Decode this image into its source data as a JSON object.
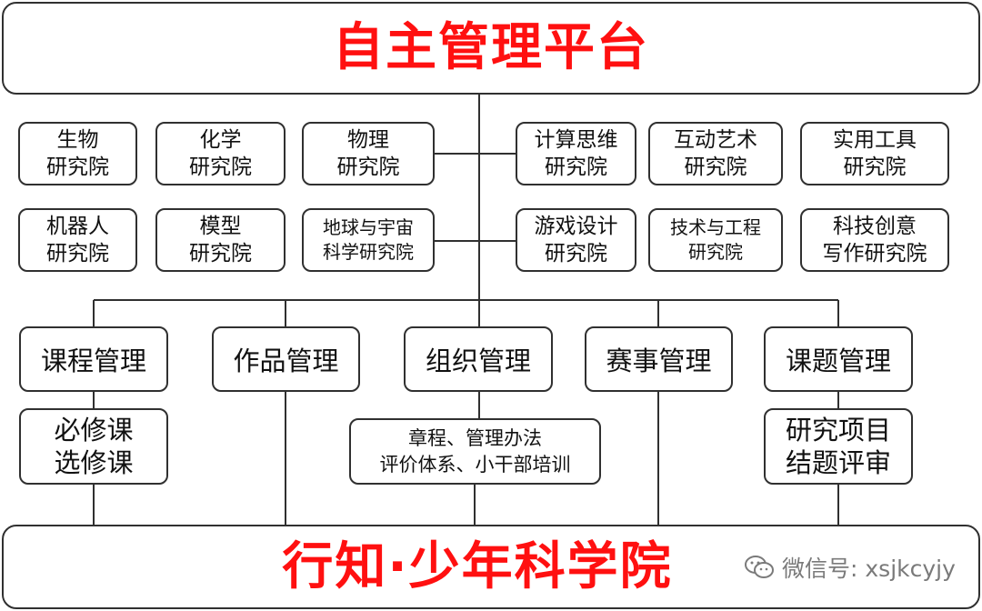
{
  "colors": {
    "title": "#ff1010",
    "border": "#303030",
    "line": "#303030",
    "watermark": "#7a7a7a"
  },
  "top": {
    "title": "自主管理平台"
  },
  "bottom": {
    "title": "行知·少年科学院"
  },
  "institutes": [
    {
      "line1": "生物",
      "line2": "研究院"
    },
    {
      "line1": "化学",
      "line2": "研究院"
    },
    {
      "line1": "物理",
      "line2": "研究院"
    },
    {
      "line1": "计算思维",
      "line2": "研究院"
    },
    {
      "line1": "互动艺术",
      "line2": "研究院"
    },
    {
      "line1": "实用工具",
      "line2": "研究院"
    },
    {
      "line1": "机器人",
      "line2": "研究院"
    },
    {
      "line1": "模型",
      "line2": "研究院"
    },
    {
      "line1": "地球与宇宙",
      "line2": "科学研究院"
    },
    {
      "line1": "游戏设计",
      "line2": "研究院"
    },
    {
      "line1": "技术与工程",
      "line2": "研究院"
    },
    {
      "line1": "科技创意",
      "line2": "写作研究院"
    }
  ],
  "management": [
    "课程管理",
    "作品管理",
    "组织管理",
    "赛事管理",
    "课题管理"
  ],
  "details": {
    "course": {
      "line1": "必修课",
      "line2": "选修课"
    },
    "organization": {
      "line1": "章程、管理办法",
      "line2": "评价体系、小干部培训"
    },
    "topic": {
      "line1": "研究项目",
      "line2": "结题评审"
    }
  },
  "watermark": {
    "text": "微信号: xsjkcyjy",
    "icon": "wechat-icon"
  }
}
